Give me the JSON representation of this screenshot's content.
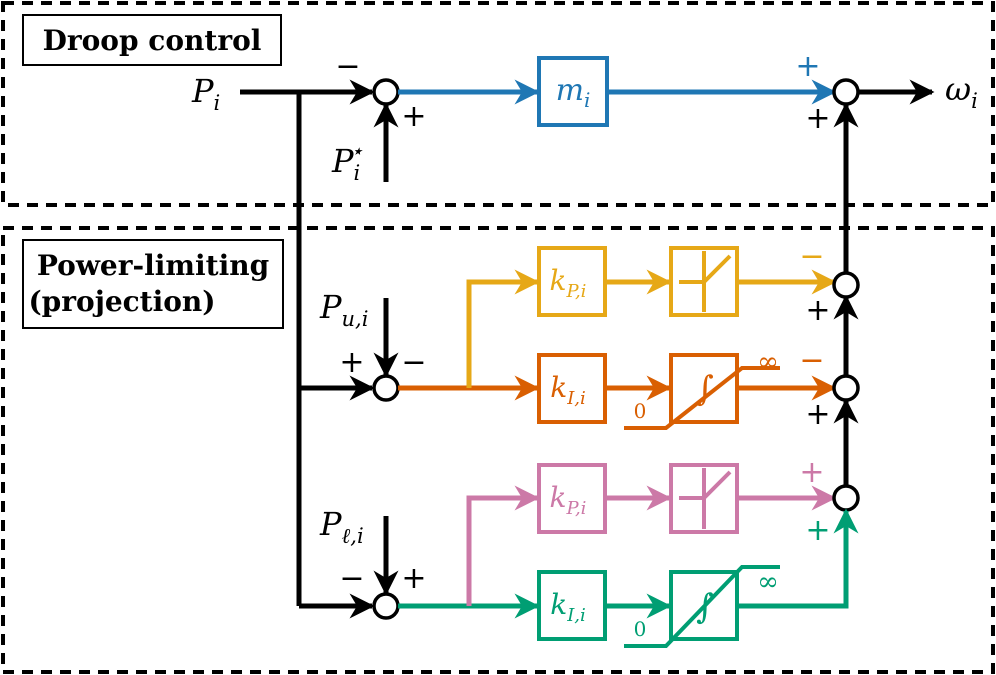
{
  "sections": {
    "droop": {
      "title": "Droop control"
    },
    "limiting": {
      "title_line1": "Power-limiting",
      "title_line2": "(projection)"
    }
  },
  "colors": {
    "black": "#000000",
    "blue": "#1f77b4",
    "yellow": "#e6a817",
    "orange": "#d95f02",
    "pink": "#cc79a7",
    "green": "#009e73"
  },
  "signals": {
    "input": {
      "base": "P",
      "sub": "i"
    },
    "reference": {
      "base": "P",
      "sub": "i",
      "sup": "⋆"
    },
    "upper": {
      "base": "P",
      "sub": "u,i"
    },
    "lower": {
      "base": "P",
      "sub": "ℓ,i"
    },
    "output": {
      "base": "ω",
      "sub": "i"
    }
  },
  "blocks": {
    "droop_gain": {
      "base": "m",
      "sub": "i"
    },
    "upper_prop_gain": {
      "base": "k",
      "sub": "P,i"
    },
    "upper_int_gain": {
      "base": "k",
      "sub": "I,i"
    },
    "lower_prop_gain": {
      "base": "k",
      "sub": "P,i"
    },
    "lower_int_gain": {
      "base": "k",
      "sub": "I,i"
    },
    "integral_symbol": "∫",
    "limit_low": "0",
    "limit_high": "∞"
  },
  "signs": {
    "droop_sum_input": "−",
    "droop_sum_ref": "+",
    "out_sum_droop": "+",
    "out_sum_lower": "+",
    "upper_sum_input": "+",
    "upper_sum_limit": "−",
    "upper_prop_into_sum": "−",
    "upper_int_into_sum": "−",
    "upper_chain_1": "+",
    "upper_chain_2": "+",
    "lower_sum_input": "−",
    "lower_sum_limit": "+",
    "lower_prop_into_sum": "+",
    "lower_int_into_sum": "+"
  }
}
